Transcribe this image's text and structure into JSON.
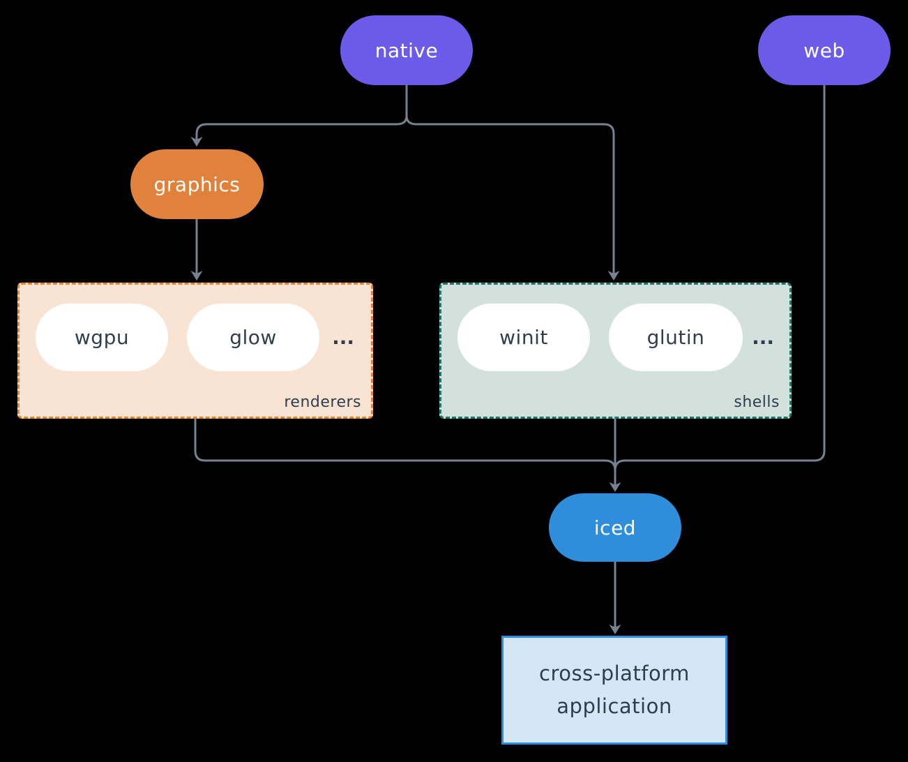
{
  "diagram": {
    "nodes": {
      "native": {
        "label": "native"
      },
      "web": {
        "label": "web"
      },
      "graphics": {
        "label": "graphics"
      },
      "iced": {
        "label": "iced"
      },
      "application": {
        "line1": "cross-platform",
        "line2": "application"
      }
    },
    "groups": {
      "renderers": {
        "label": "renderers",
        "items": [
          "wgpu",
          "glow"
        ],
        "ellipsis": "..."
      },
      "shells": {
        "label": "shells",
        "items": [
          "winit",
          "glutin"
        ],
        "ellipsis": "..."
      }
    },
    "edges": [
      {
        "from": "native",
        "to": "graphics"
      },
      {
        "from": "native",
        "to": "shells"
      },
      {
        "from": "graphics",
        "to": "renderers"
      },
      {
        "from": "renderers",
        "to": "iced"
      },
      {
        "from": "shells",
        "to": "iced"
      },
      {
        "from": "web",
        "to": "iced"
      },
      {
        "from": "iced",
        "to": "application"
      }
    ],
    "colors": {
      "background": "#000000",
      "purple": "#6B5BE8",
      "orange": "#E0813C",
      "blue": "#2E8EDC",
      "peach_bg": "#F9E3D3",
      "peach_border": "#E8842C",
      "sage_bg": "#D2E1DB",
      "sage_border": "#1E7866",
      "app_bg": "#D5E7F7",
      "app_border": "#2E8EDC",
      "navy": "#2F3E4D",
      "edge": "#76828F",
      "white": "#FFFFFF"
    }
  }
}
